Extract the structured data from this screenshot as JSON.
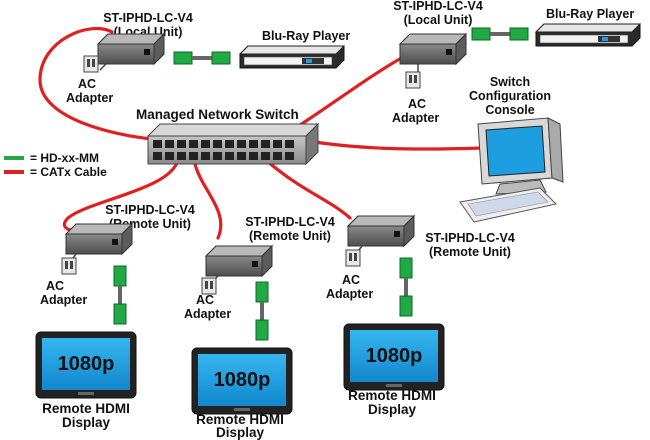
{
  "colors": {
    "hdmi_cable": "#22a845",
    "catx_cable": "#e02020",
    "screen": "#1c9ee0",
    "device_body": "#7d7d7d",
    "switch_body": "#9a9a9a"
  },
  "legend": {
    "hdmi_label": "= HD-xx-MM",
    "catx_label": "= CATx Cable"
  },
  "switch": {
    "title": "Managed Network Switch"
  },
  "local_units": [
    {
      "model": "ST-IPHD-LC-V4",
      "role": "(Local Unit)",
      "source": "Blu-Ray Player",
      "adapter_line1": "AC",
      "adapter_line2": "Adapter"
    },
    {
      "model": "ST-IPHD-LC-V4",
      "role": "(Local Unit)",
      "source": "Blu-Ray Player",
      "adapter_line1": "AC",
      "adapter_line2": "Adapter"
    }
  ],
  "console": {
    "line1": "Switch",
    "line2": "Configuration",
    "line3": "Console"
  },
  "remote_units": [
    {
      "model": "ST-IPHD-LC-V4",
      "role": "(Remote Unit)",
      "adapter_line1": "AC",
      "adapter_line2": "Adapter",
      "resolution": "1080p",
      "display_line1": "Remote HDMI",
      "display_line2": "Display"
    },
    {
      "model": "ST-IPHD-LC-V4",
      "role": "(Remote Unit)",
      "adapter_line1": "AC",
      "adapter_line2": "Adapter",
      "resolution": "1080p",
      "display_line1": "Remote HDMI",
      "display_line2": "Display"
    },
    {
      "model": "ST-IPHD-LC-V4",
      "role": "(Remote Unit)",
      "adapter_line1": "AC",
      "adapter_line2": "Adapter",
      "resolution": "1080p",
      "display_line1": "Remote HDMI",
      "display_line2": "Display"
    }
  ]
}
